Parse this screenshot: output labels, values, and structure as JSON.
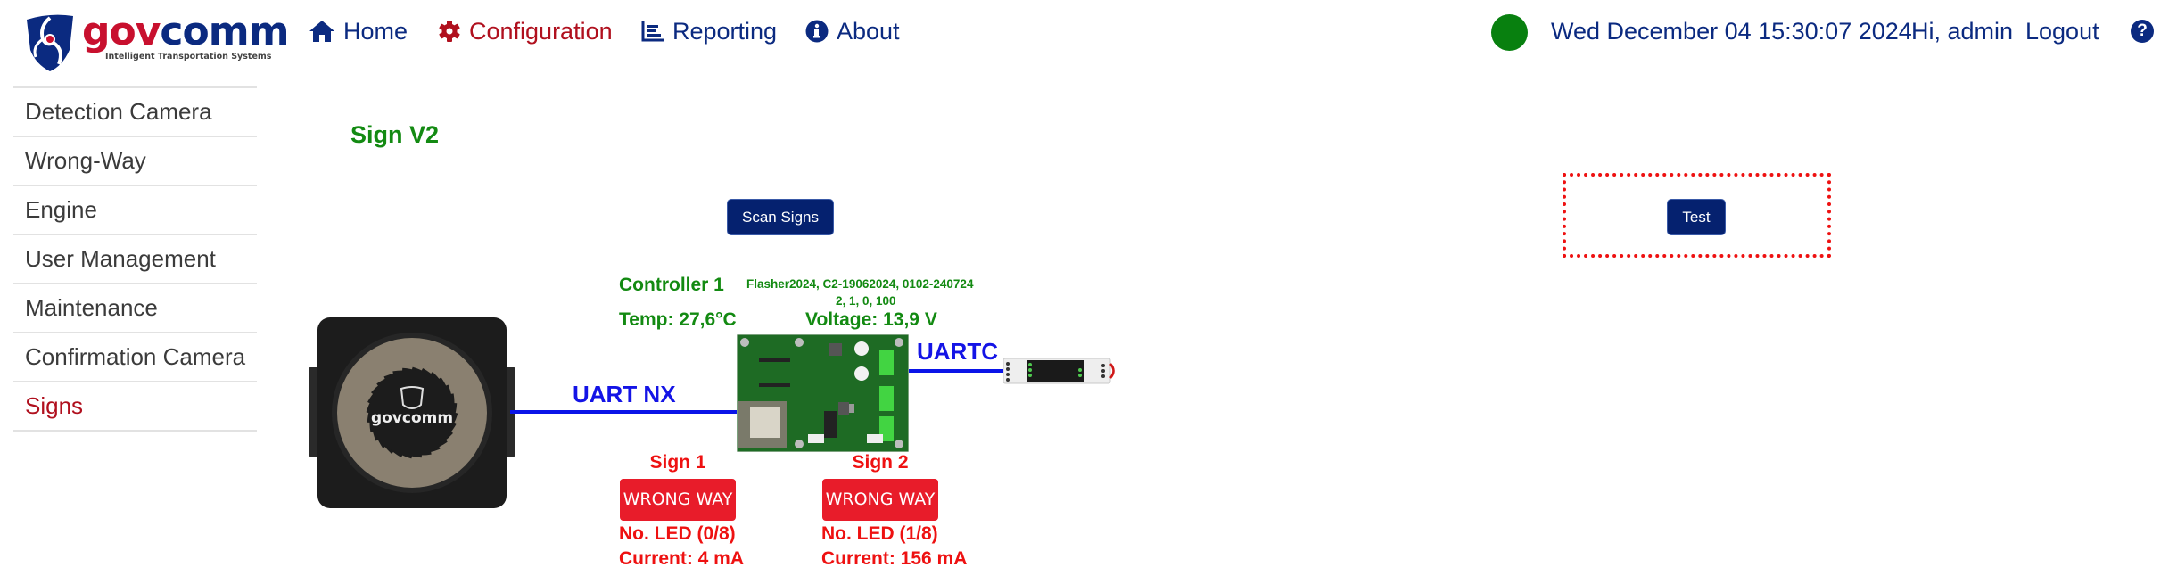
{
  "brand": {
    "name_part1": "gov",
    "name_part2": "comm",
    "tagline": "Intelligent Transportation Systems",
    "colors": {
      "red": "#c8102e",
      "navy": "#0b2a80"
    }
  },
  "nav": {
    "items": [
      {
        "label": "Home",
        "icon": "home-icon"
      },
      {
        "label": "Configuration",
        "icon": "gear-icon",
        "active": true
      },
      {
        "label": "Reporting",
        "icon": "chart-icon"
      },
      {
        "label": "About",
        "icon": "info-icon"
      }
    ]
  },
  "header": {
    "status_color": "#08800f",
    "datetime": "Wed December 04 15:30:07 2024",
    "greeting": "Hi, admin",
    "logout_label": "Logout",
    "help_label": "?"
  },
  "sidebar": {
    "items": [
      {
        "label": "Detection Camera"
      },
      {
        "label": "Wrong-Way"
      },
      {
        "label": "Engine"
      },
      {
        "label": "User Management"
      },
      {
        "label": "Maintenance"
      },
      {
        "label": "Confirmation Camera"
      },
      {
        "label": "Signs",
        "active": true
      }
    ]
  },
  "main": {
    "title": "Sign V2",
    "scan_button": "Scan Signs",
    "test_button": "Test",
    "nx_device_logo": "govcomm",
    "controller": {
      "name": "Controller 1",
      "firmware": "Flasher2024, C2-19062024, 0102-240724",
      "params": "2, 1, 0, 100",
      "temp": "Temp: 27,6°C",
      "voltage": "Voltage: 13,9 V"
    },
    "links": {
      "uart_nx": "UART NX",
      "uartc": "UARTC"
    },
    "signs": [
      {
        "title": "Sign 1",
        "message": "WRONG WAY",
        "led": "No. LED (0/8)",
        "current": "Current: 4 mA"
      },
      {
        "title": "Sign 2",
        "message": "WRONG WAY",
        "led": "No. LED (1/8)",
        "current": "Current: 156 mA"
      }
    ]
  }
}
